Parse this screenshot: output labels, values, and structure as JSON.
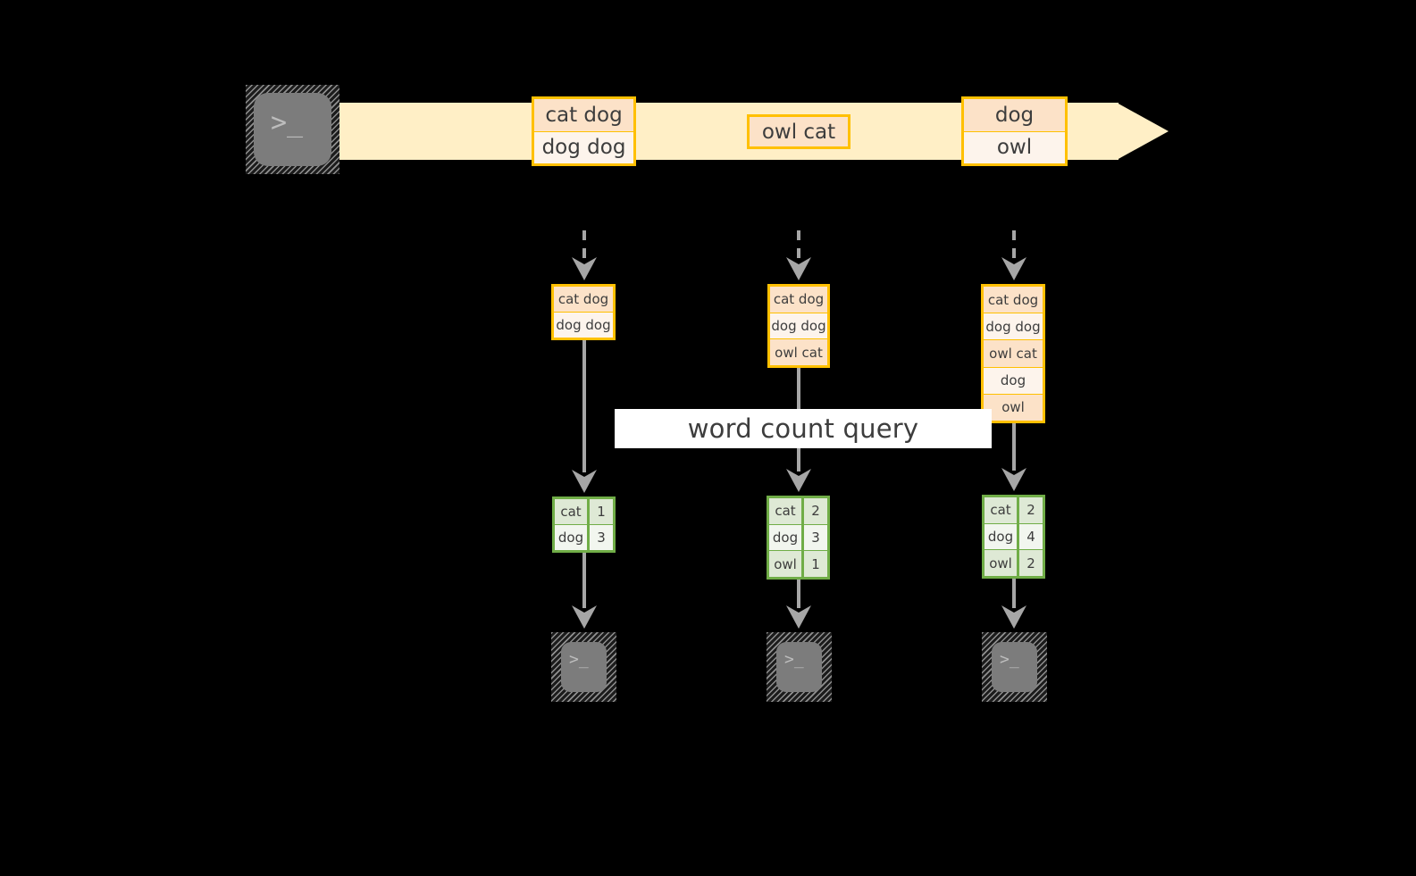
{
  "diagram": {
    "title": "word count query",
    "colors": {
      "background": "#000000",
      "stream_band": "#FFEFC6",
      "record_border": "#FFC000",
      "record_shade": "#FCE2C8",
      "record_plain": "#FDF4EC",
      "table_border": "#70AD47",
      "table_shade": "#DEE9D5",
      "table_plain": "#F2F6EF",
      "connector": "#a6a6a6",
      "banner": "#FFFFFF",
      "terminal_fill": "#7c7c7c"
    },
    "source_terminal": {
      "icon": "terminal-prompt-icon",
      "glyph": ">_"
    },
    "stream": {
      "records": [
        {
          "id": "record-1",
          "lines": [
            "cat dog",
            "dog dog"
          ]
        },
        {
          "id": "record-2",
          "lines": [
            "owl cat"
          ]
        },
        {
          "id": "record-3",
          "lines": [
            "dog",
            "owl"
          ]
        }
      ]
    },
    "snapshots": [
      {
        "id": "snapshot-1",
        "buffer": [
          "cat dog",
          "dog dog"
        ],
        "result": {
          "rows": [
            {
              "word": "cat",
              "count": "1"
            },
            {
              "word": "dog",
              "count": "3"
            }
          ]
        },
        "sink_terminal": {
          "icon": "terminal-prompt-icon",
          "glyph": ">_"
        }
      },
      {
        "id": "snapshot-2",
        "buffer": [
          "cat dog",
          "dog dog",
          "owl cat"
        ],
        "result": {
          "rows": [
            {
              "word": "cat",
              "count": "2"
            },
            {
              "word": "dog",
              "count": "3"
            },
            {
              "word": "owl",
              "count": "1"
            }
          ]
        },
        "sink_terminal": {
          "icon": "terminal-prompt-icon",
          "glyph": ">_"
        }
      },
      {
        "id": "snapshot-3",
        "buffer": [
          "cat dog",
          "dog dog",
          "owl cat",
          "dog",
          "owl"
        ],
        "result": {
          "rows": [
            {
              "word": "cat",
              "count": "2"
            },
            {
              "word": "dog",
              "count": "4"
            },
            {
              "word": "owl",
              "count": "2"
            }
          ]
        },
        "sink_terminal": {
          "icon": "terminal-prompt-icon",
          "glyph": ">_"
        }
      }
    ]
  }
}
